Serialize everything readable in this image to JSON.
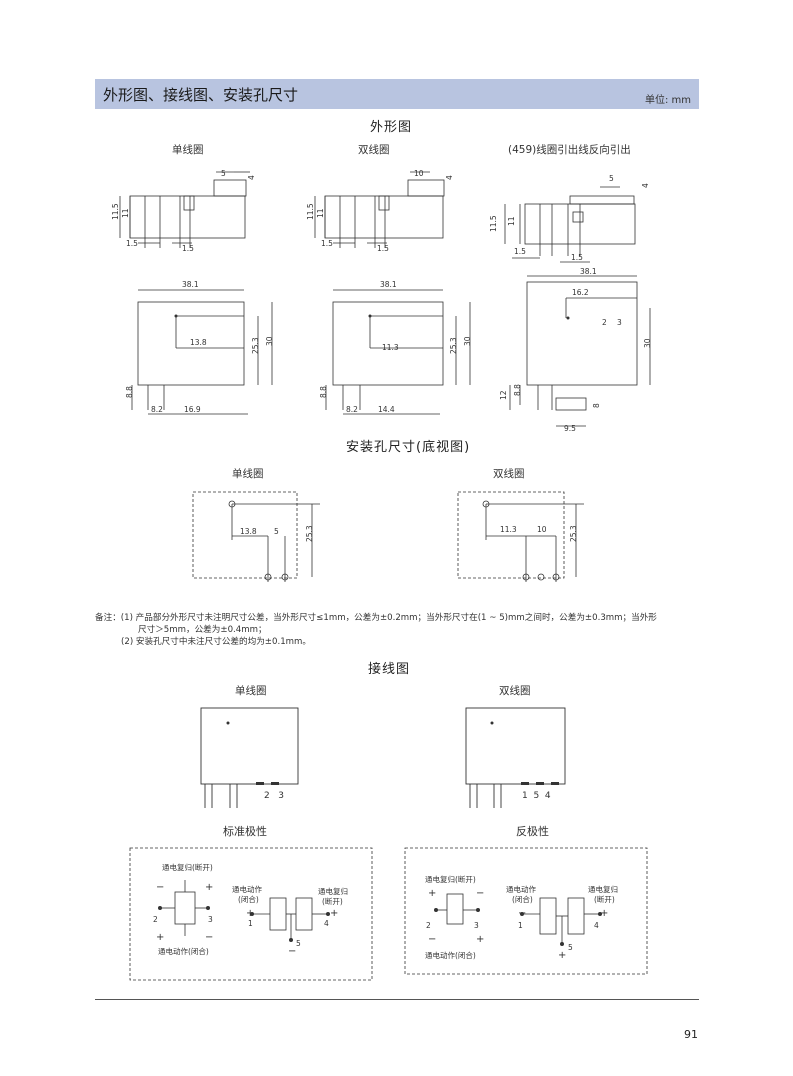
{
  "header": {
    "title": "外形图、接线图、安装孔尺寸",
    "unit": "单位: mm"
  },
  "sections": {
    "outline": "外形图",
    "mounting": "安装孔尺寸(底视图)",
    "wiring": "接线图"
  },
  "outline": {
    "col1": "单线圈",
    "col2": "双线圈",
    "col3": "(459)线圈引出线反向引出",
    "side1": {
      "d_top": "5",
      "d_top2": "4",
      "d_h1": "11.5",
      "d_h2": "11",
      "d_b1": "1.5",
      "d_b2": "1.5"
    },
    "side2": {
      "d_top": "10",
      "d_top2": "4",
      "d_h1": "11.5",
      "d_h2": "11",
      "d_b1": "1.5",
      "d_b2": "1.5"
    },
    "side3": {
      "d_top": "5",
      "d_top2": "4",
      "d_h1": "11.5",
      "d_h2": "11",
      "d_b1": "1.5",
      "d_b2": "1.5"
    },
    "front1": {
      "w": "38.1",
      "d_in": "13.8",
      "h1": "25.3",
      "h2": "30",
      "pin": "8.8",
      "b1": "8.2",
      "b2": "16.9"
    },
    "front2": {
      "w": "38.1",
      "d_in": "11.3",
      "h1": "25.3",
      "h2": "30",
      "pin": "8.8",
      "b1": "8.2",
      "b2": "14.4"
    },
    "front3": {
      "w": "38.1",
      "d_in": "16.2",
      "p2": "2",
      "p3": "3",
      "h": "30",
      "pin1": "12",
      "pin2": "8.8",
      "pin3": "8",
      "b": "9.5"
    }
  },
  "mounting": {
    "col1": "单线圈",
    "col2": "双线圈",
    "m1": {
      "a": "13.8",
      "b": "5",
      "h": "25.3"
    },
    "m2": {
      "a": "11.3",
      "b": "10",
      "h": "25.3"
    }
  },
  "notes": {
    "n1a": "备注：(1)  产品部分外形尺寸未注明尺寸公差，当外形尺寸≤1mm，公差为±0.2mm；当外形尺寸在(1 ~ 5)mm之间时，公差为±0.3mm；当外形",
    "n1b": "尺寸＞5mm，公差为±0.4mm；",
    "n2": "(2)  安装孔尺寸中未注尺寸公差的均为±0.1mm。"
  },
  "wiring": {
    "col1": "单线圈",
    "col2": "双线圈",
    "pins1": "2   3",
    "pins2": "1  5  4",
    "pol1": "标准极性",
    "pol2": "反极性",
    "std": {
      "top": "通电复归(断开)",
      "bottom": "通电动作(闭合)",
      "plus": "+",
      "minus": "−",
      "p2": "2",
      "p3": "3",
      "act": "通电动作",
      "act2": "(闭合)",
      "rel": "通电复归",
      "rel2": "(断开)",
      "p1": "1",
      "p4": "4",
      "p5": "5"
    },
    "rev": {
      "top": "通电复归(断开)",
      "bottom": "通电动作(闭合)",
      "plus": "+",
      "minus": "−",
      "p2": "2",
      "p3": "3",
      "act": "通电动作",
      "act2": "(闭合)",
      "rel": "通电复归",
      "rel2": "(断开)",
      "p1": "1",
      "p4": "4",
      "p5": "5"
    }
  },
  "page": {
    "number": "91"
  }
}
